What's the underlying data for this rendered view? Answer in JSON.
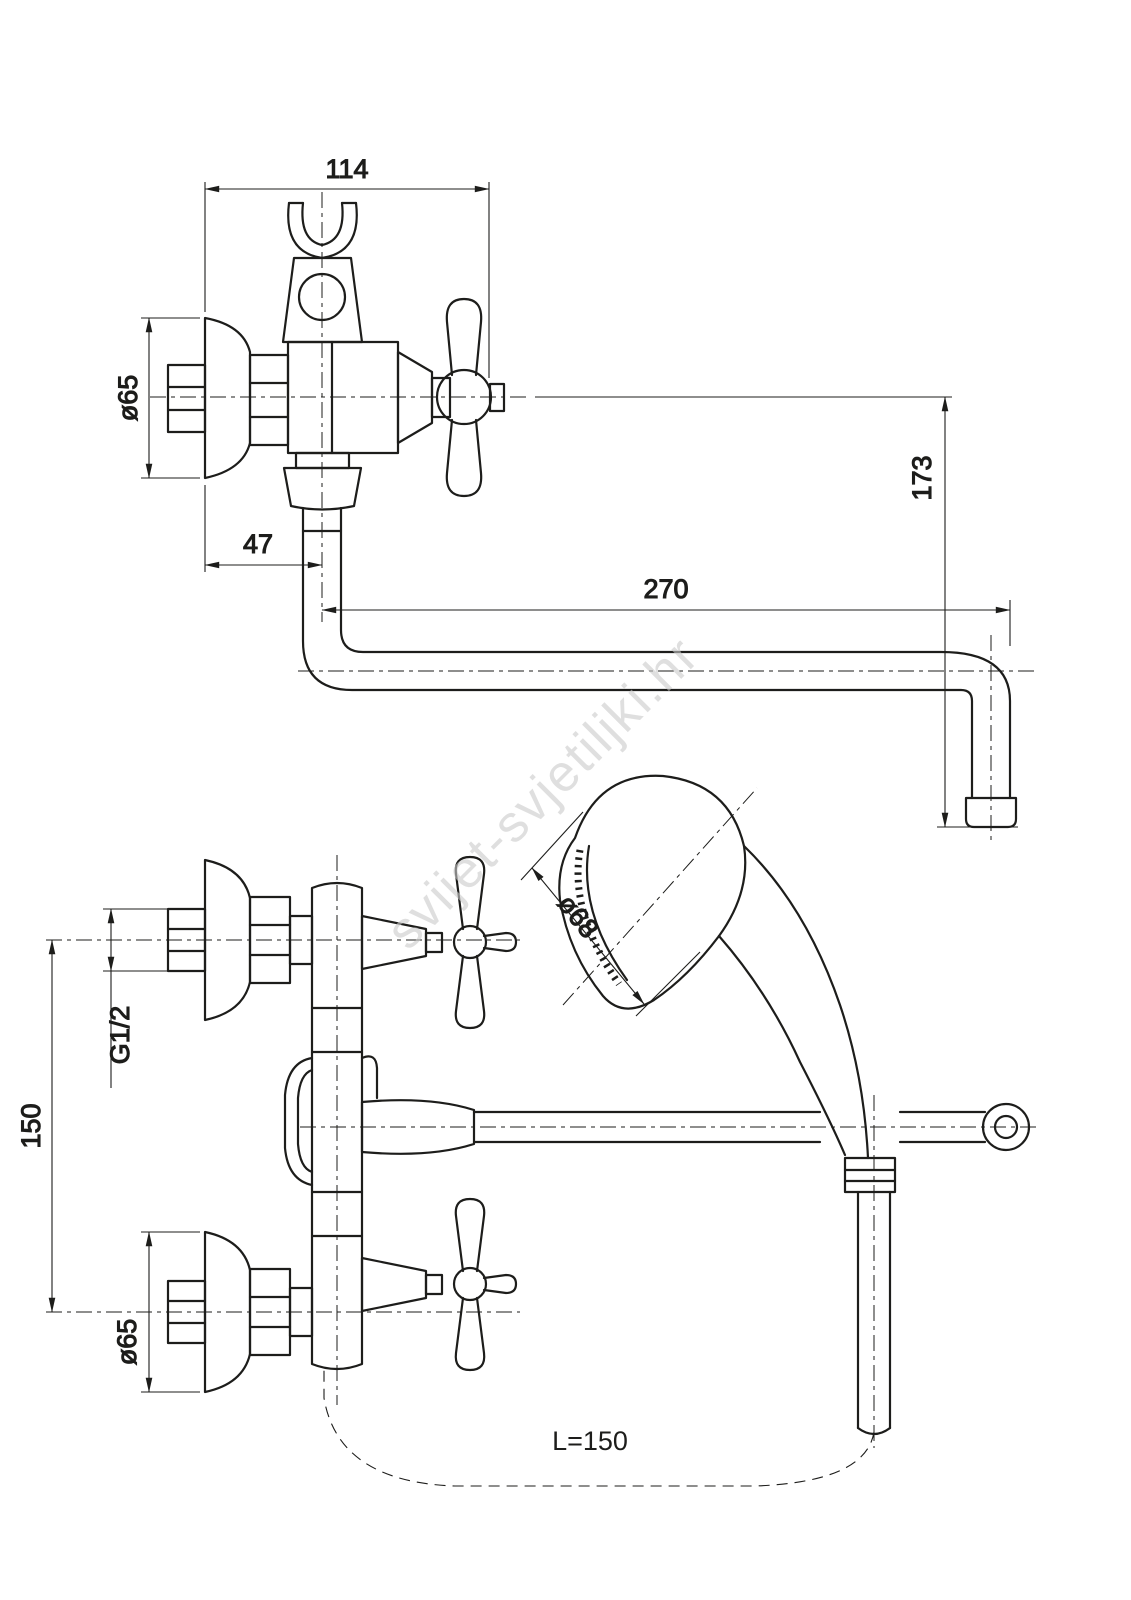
{
  "watermark": "svijet-svjetiljki.hr",
  "dims": {
    "width114": "114",
    "dia65_top": "ø65",
    "offset47": "47",
    "reach270": "270",
    "drop173": "173",
    "spacing150": "150",
    "thread": "G1/2",
    "dia65_bottom": "ø65",
    "dia68": "ø68",
    "hose": "L=150"
  },
  "colors": {
    "line": "#1d1d1b",
    "watermark": "#c9c9c9",
    "background": "#ffffff"
  }
}
